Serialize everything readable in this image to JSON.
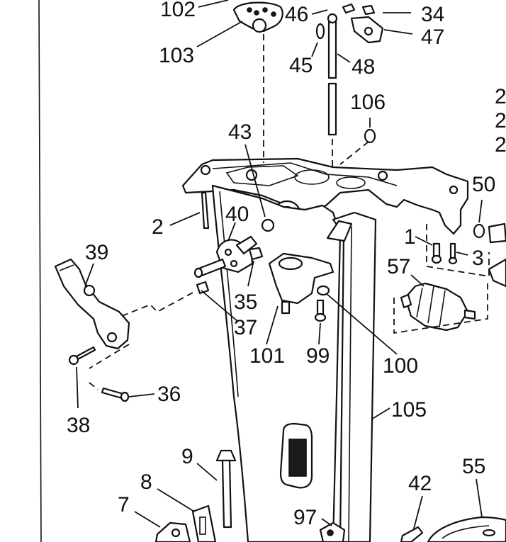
{
  "figure": {
    "callouts": [
      {
        "id": "c102",
        "label": "102"
      },
      {
        "id": "c103",
        "label": "103"
      },
      {
        "id": "c46",
        "label": "46"
      },
      {
        "id": "c34",
        "label": "34"
      },
      {
        "id": "c47",
        "label": "47"
      },
      {
        "id": "c45",
        "label": "45"
      },
      {
        "id": "c48",
        "label": "48"
      },
      {
        "id": "c106",
        "label": "106"
      },
      {
        "id": "c43",
        "label": "43"
      },
      {
        "id": "c50",
        "label": "50"
      },
      {
        "id": "c40",
        "label": "40"
      },
      {
        "id": "c2",
        "label": "2"
      },
      {
        "id": "c1",
        "label": "1"
      },
      {
        "id": "c3",
        "label": "3"
      },
      {
        "id": "c39",
        "label": "39"
      },
      {
        "id": "c57",
        "label": "57"
      },
      {
        "id": "c35",
        "label": "35"
      },
      {
        "id": "c37",
        "label": "37"
      },
      {
        "id": "c101",
        "label": "101"
      },
      {
        "id": "c99",
        "label": "99"
      },
      {
        "id": "c100",
        "label": "100"
      },
      {
        "id": "c38",
        "label": "38"
      },
      {
        "id": "c36",
        "label": "36"
      },
      {
        "id": "c105",
        "label": "105"
      },
      {
        "id": "c9",
        "label": "9"
      },
      {
        "id": "c55",
        "label": "55"
      },
      {
        "id": "c8",
        "label": "8"
      },
      {
        "id": "c42",
        "label": "42"
      },
      {
        "id": "c7",
        "label": "7"
      },
      {
        "id": "c97",
        "label": "97"
      },
      {
        "id": "c2a",
        "label": "2"
      },
      {
        "id": "c2b",
        "label": "2"
      },
      {
        "id": "c2c",
        "label": "2"
      }
    ]
  }
}
